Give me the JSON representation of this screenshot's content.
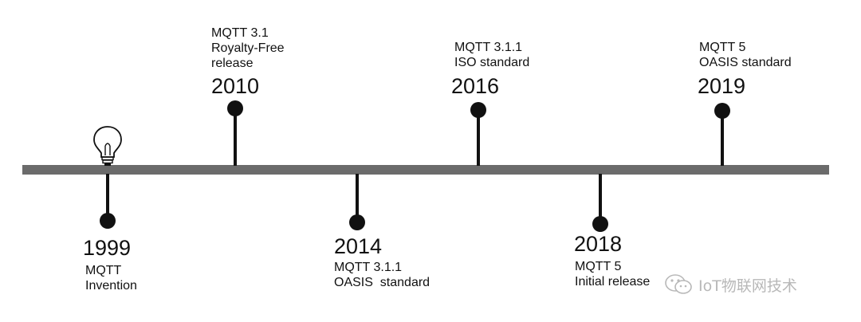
{
  "events": [
    {
      "id": "1999",
      "year": "1999",
      "lines": [
        "MQTT",
        "Invention"
      ],
      "side": "below"
    },
    {
      "id": "2010",
      "year": "2010",
      "lines": [
        "MQTT 3.1",
        "Royalty-Free",
        "release"
      ],
      "side": "above"
    },
    {
      "id": "2014",
      "year": "2014",
      "lines": [
        "MQTT 3.1.1",
        "OASIS  standard"
      ],
      "side": "below"
    },
    {
      "id": "2016",
      "year": "2016",
      "lines": [
        "MQTT 3.1.1",
        "ISO standard"
      ],
      "side": "above"
    },
    {
      "id": "2018",
      "year": "2018",
      "lines": [
        "MQTT 5",
        "Initial release"
      ],
      "side": "below"
    },
    {
      "id": "2019",
      "year": "2019",
      "lines": [
        "MQTT 5",
        "OASIS standard"
      ],
      "side": "above"
    }
  ],
  "icons": {
    "origin": "lightbulb-icon",
    "watermark": "wechat-icon"
  },
  "watermark": {
    "text": "IoT物联网技术"
  },
  "colors": {
    "axis": "#6b6b6b",
    "marker": "#111111",
    "text": "#111111",
    "watermark": "#b8b8b8"
  }
}
